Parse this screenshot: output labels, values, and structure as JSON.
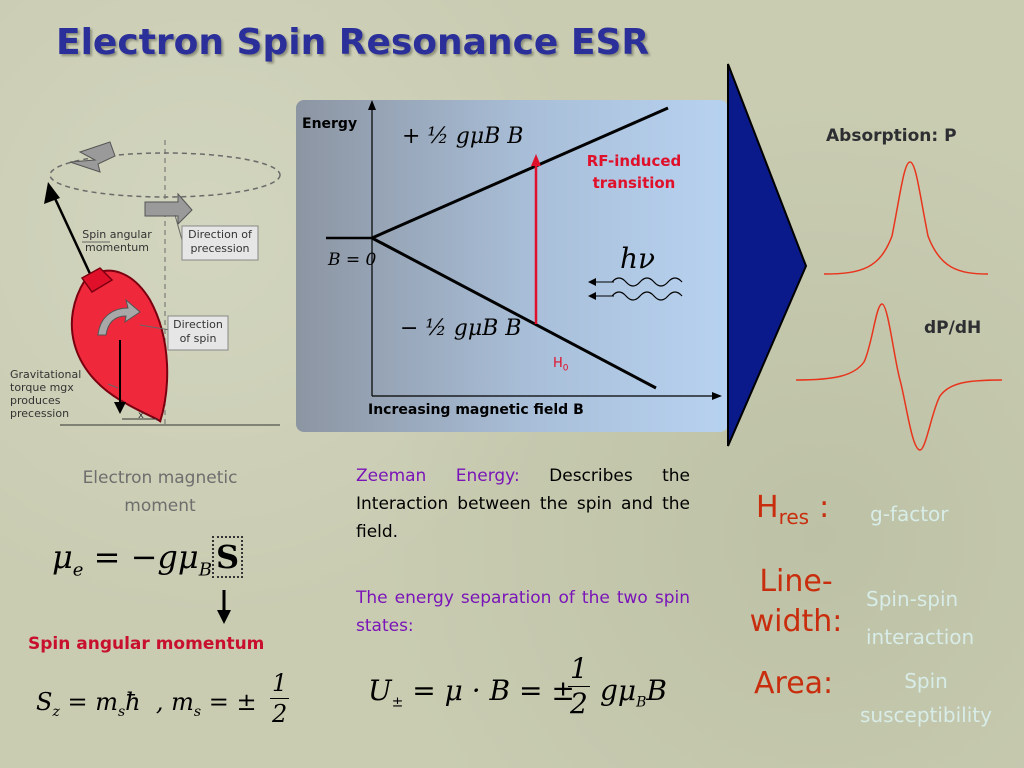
{
  "title": "Electron Spin Resonance ESR",
  "precession_diagram": {
    "label_spin_angular": "Spin angular momentum",
    "label_direction_precession": "Direction of precession",
    "label_direction_spin": "Direction of spin",
    "label_gravitational": "Gravitational torque mgx produces precession",
    "label_x": "x"
  },
  "energy_diagram": {
    "energy_label": "Energy",
    "upper_level": "+ ½ gμB B",
    "lower_level": "− ½ gμB B",
    "b_zero": "B = 0",
    "rf_label_line1": "RF-induced",
    "rf_label_line2": "transition",
    "h0_label": "H",
    "h0_sub": "0",
    "hv_label": "hν",
    "x_axis_label": "Increasing magnetic field B"
  },
  "right_side": {
    "absorption_label": "Absorption: P",
    "derivative_label": "dP/dH",
    "hres_label": "H",
    "hres_sub": "res",
    "hres_colon": ":",
    "hres_value": "g-factor",
    "linewidth_line1": "Line-",
    "linewidth_line2": "width:",
    "linewidth_value_line1": "Spin-spin",
    "linewidth_value_line2": "interaction",
    "area_label": "Area:",
    "area_value_line1": "Spin",
    "area_value_line2": "susceptibility"
  },
  "left_bottom": {
    "moment_line1": "Electron magnetic",
    "moment_line2": "moment",
    "spin_angular_label": "Spin angular momentum"
  },
  "middle_text": {
    "zeeman_title": "Zeeman Energy:",
    "zeeman_desc": "Describes the Interaction between the spin and the field.",
    "separation": "The energy separation of the two spin states:"
  },
  "colors": {
    "title": "#2b2f9a",
    "arrow_fill": "#0a1a8a",
    "curve": "#e8341c",
    "rf_red": "#e0102a"
  }
}
